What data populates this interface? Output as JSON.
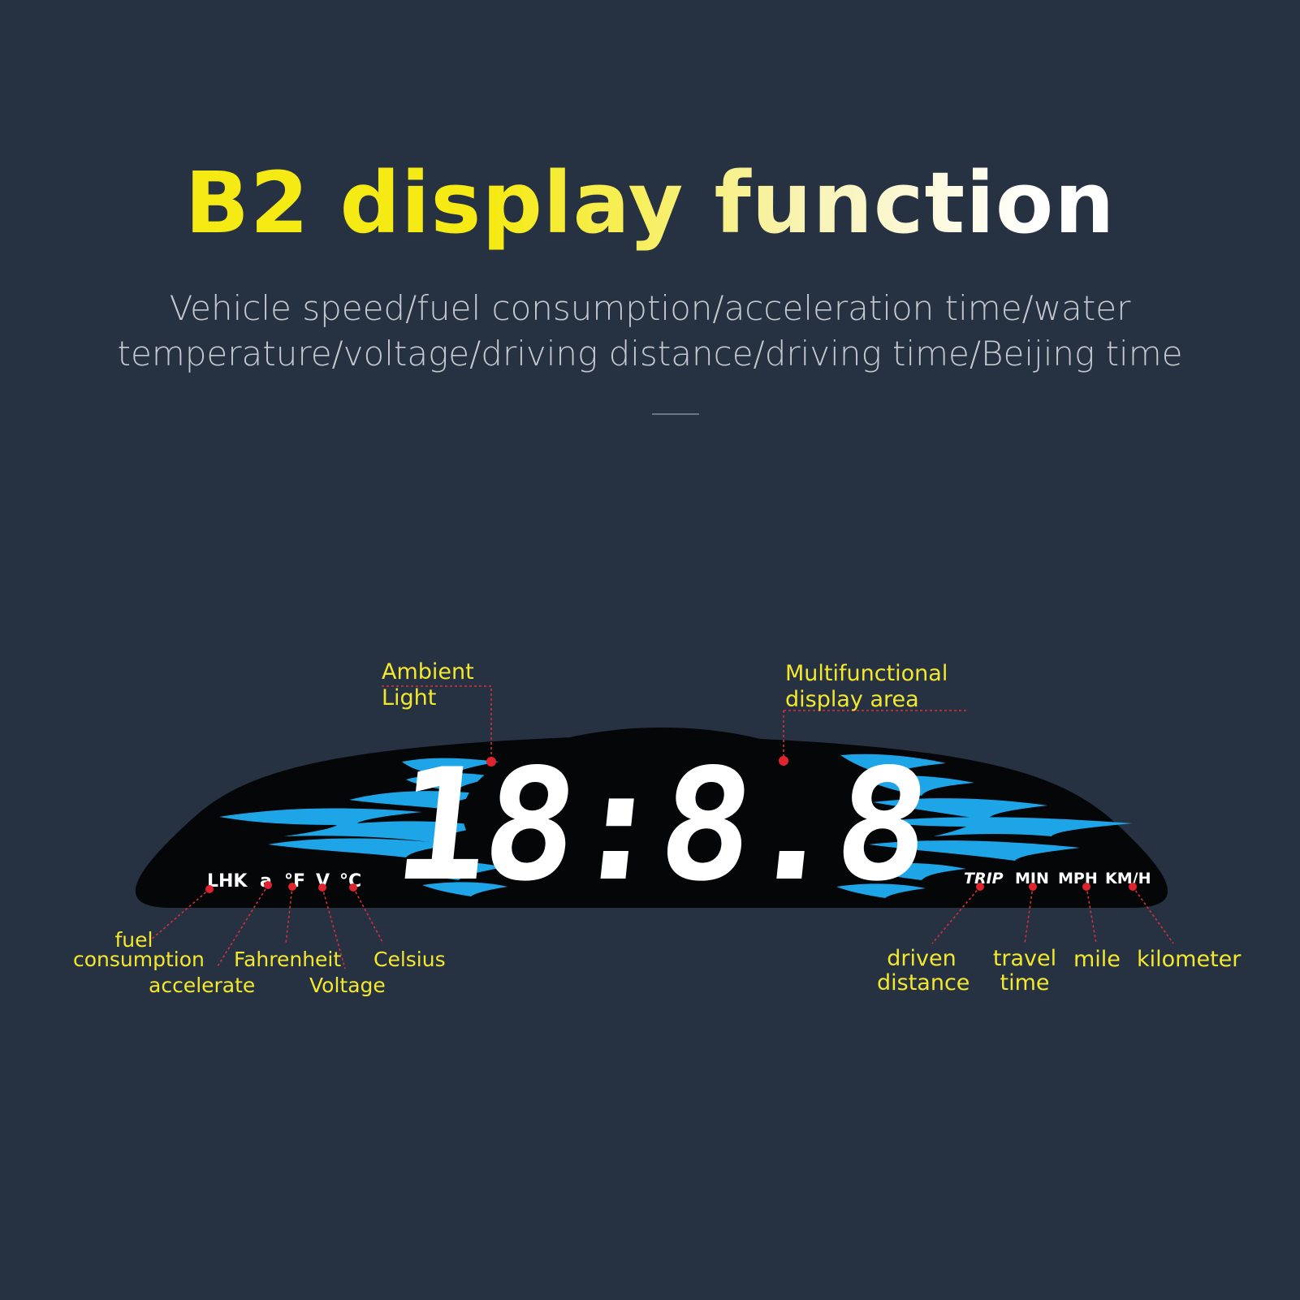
{
  "title": "B2 display function",
  "subtitle": {
    "line1": "Vehicle speed/fuel consumption/acceleration time/water",
    "line2": "temperature/voltage/driving distance/driving time/Beijing time"
  },
  "display": {
    "digits": "18:8.8",
    "left_icons": [
      "LHK",
      "a",
      "°F",
      "V",
      "°C"
    ],
    "right_icons": [
      "TRIP",
      "MIN",
      "MPH",
      "KM/H"
    ]
  },
  "callouts": {
    "ambient_light": [
      "Ambient",
      "Light"
    ],
    "multifunctional": [
      "Multifunctional",
      "display area"
    ],
    "fuel_consumption": [
      "fuel",
      "consumption"
    ],
    "accelerate": "accelerate",
    "fahrenheit": "Fahrenheit",
    "voltage": "Voltage",
    "celsius": "Celsius",
    "driven_distance": [
      "driven",
      "distance"
    ],
    "travel_time": [
      "travel",
      "time"
    ],
    "mile": "mile",
    "kilometer": "kilometer"
  },
  "colors": {
    "background": "#263142",
    "title_yellow": "#f6ea14",
    "callout_yellow": "#f3e82e",
    "flame_blue": "#1ea5e8",
    "marker_red": "#e0242d",
    "display_black": "#050607"
  }
}
